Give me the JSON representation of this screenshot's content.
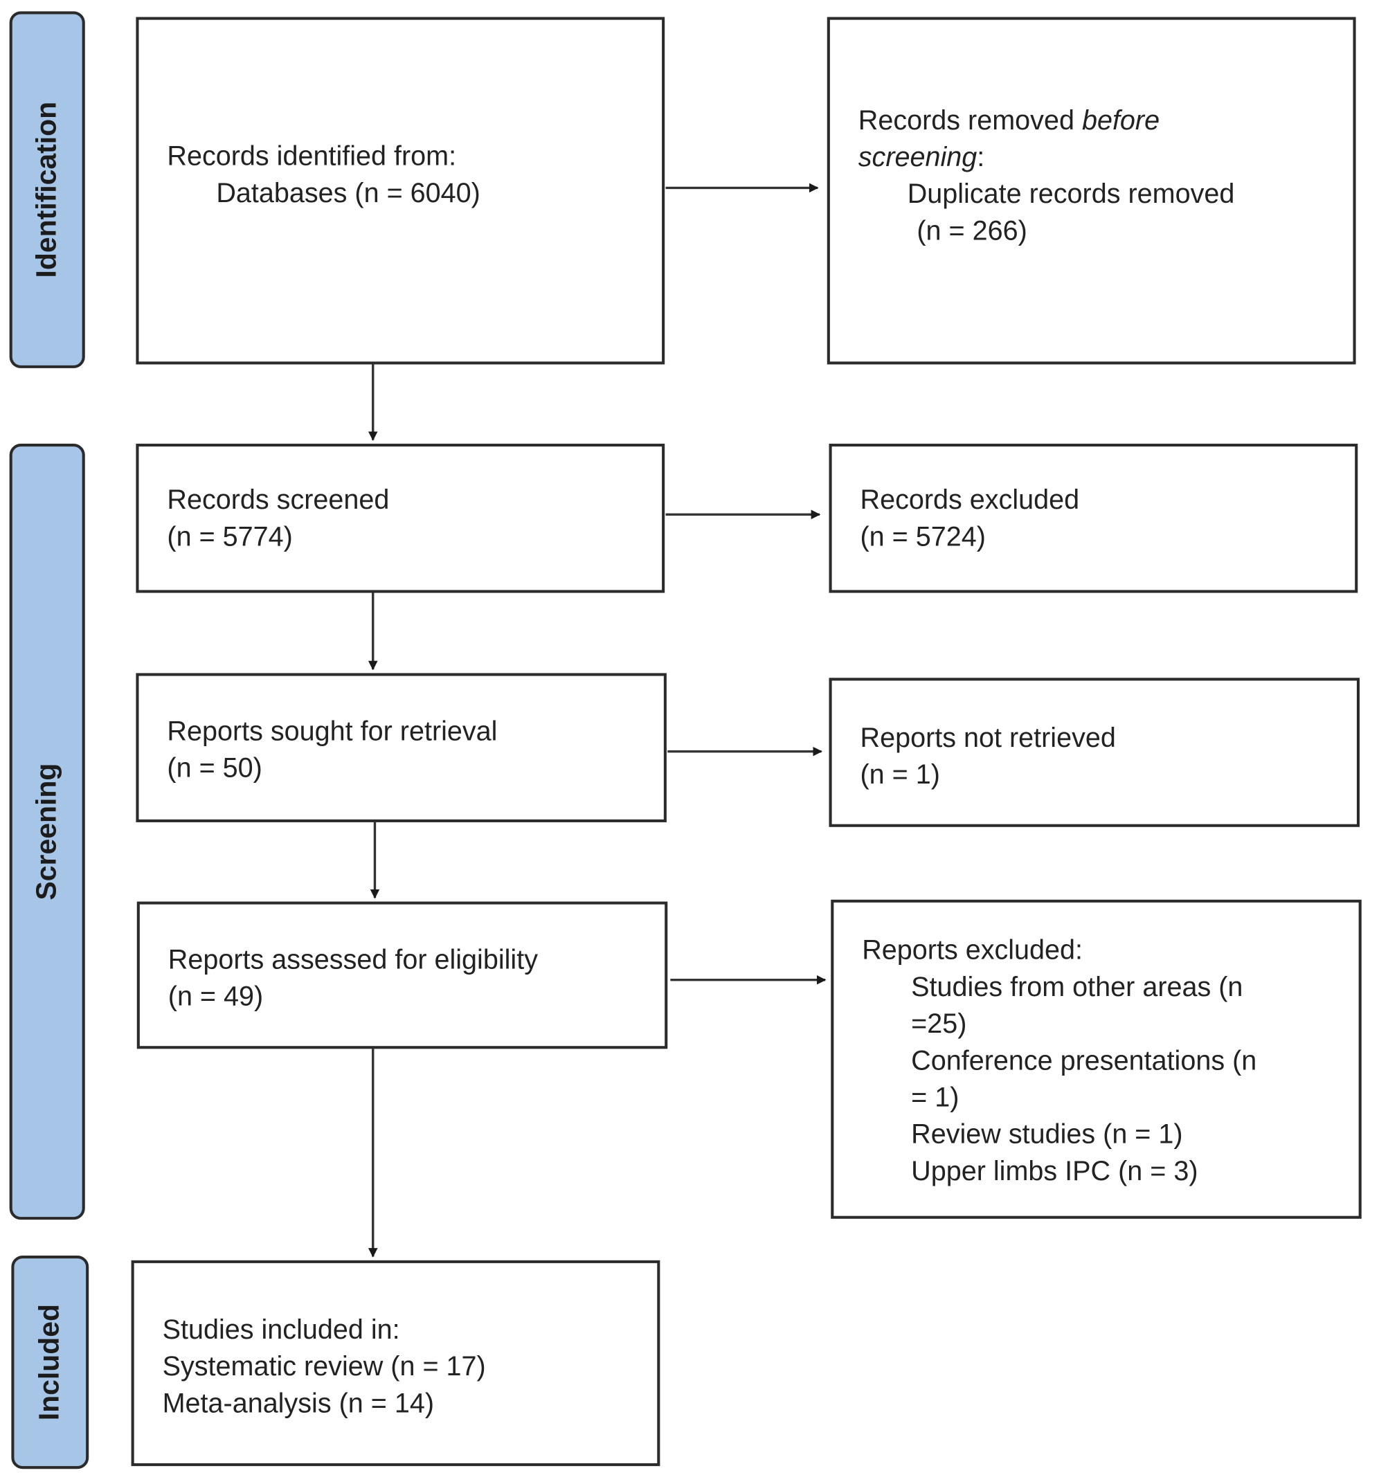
{
  "phases": {
    "identification": "Identification",
    "screening": "Screening",
    "included": "Included"
  },
  "identified": {
    "line1": "Records identified from:",
    "line2": "Databases (n = 6040)"
  },
  "removed": {
    "line1_a": "Records removed ",
    "line1_b": "before",
    "line2": "screening",
    "line2_colon": ":",
    "line3": "Duplicate records removed",
    "line4": "(n = 266)"
  },
  "screened": {
    "line1": "Records screened",
    "line2": "(n = 5774)"
  },
  "excluded_records": {
    "line1": "Records excluded",
    "line2": "(n = 5724)"
  },
  "sought": {
    "line1": "Reports sought for retrieval",
    "line2": "(n = 50)"
  },
  "not_retrieved": {
    "line1": "Reports not retrieved",
    "line2": "(n = 1)"
  },
  "assessed": {
    "line1": "Reports assessed for eligibility",
    "line2": "(n = 49)"
  },
  "reports_excluded": {
    "title": "Reports excluded:",
    "items": [
      {
        "a": "Studies from other areas (n",
        "b": "=25)"
      },
      {
        "a": "Conference presentations (n",
        "b": "= 1)"
      },
      {
        "a": "Review studies (n = 1)"
      },
      {
        "a": "Upper limbs IPC (n = 3)"
      }
    ]
  },
  "included_studies": {
    "line1": "Studies included in:",
    "line2": "Systematic review (n = 17)",
    "line3": "Meta-analysis (n = 14)"
  }
}
